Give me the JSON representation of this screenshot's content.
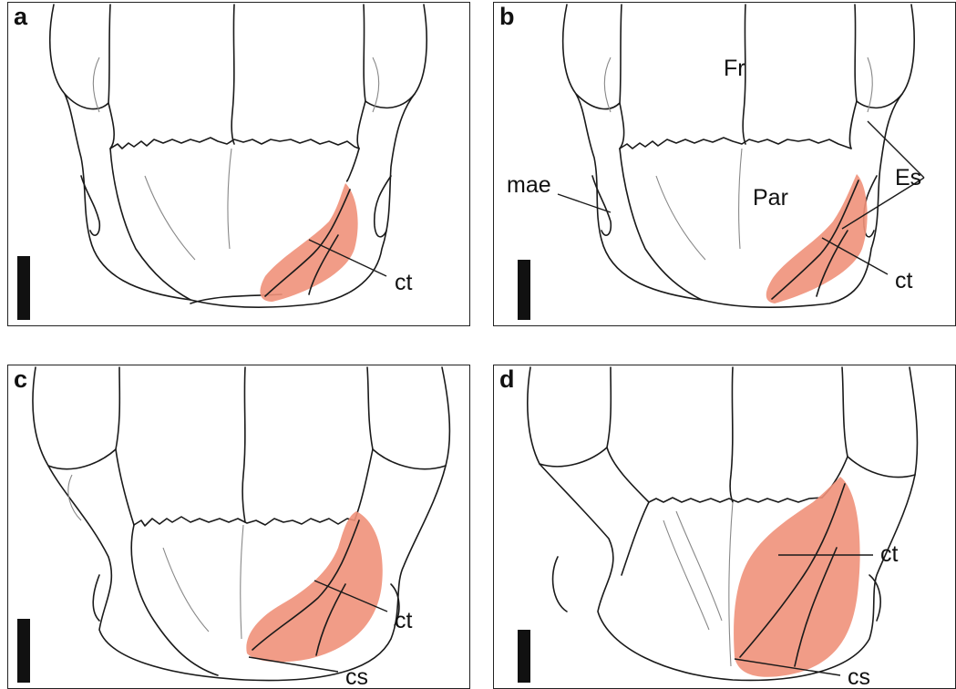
{
  "panels": [
    {
      "id": "a",
      "label": "a",
      "annotations": {
        "ct": "ct"
      }
    },
    {
      "id": "b",
      "label": "b",
      "annotations": {
        "fr": "Fr",
        "par": "Par",
        "mae": "mae",
        "es": "Es",
        "ct": "ct"
      }
    },
    {
      "id": "c",
      "label": "c",
      "annotations": {
        "ct": "ct",
        "cs": "cs"
      }
    },
    {
      "id": "d",
      "label": "d",
      "annotations": {
        "ct": "ct",
        "cs": "cs"
      }
    }
  ],
  "colors": {
    "highlight": "#f0917a",
    "outline": "#1a1a1a",
    "frame": "#222222",
    "scale_bar": "#111111"
  }
}
